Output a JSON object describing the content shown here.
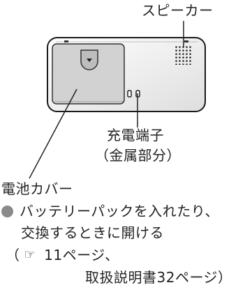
{
  "labels": {
    "speaker": "スピーカー",
    "terminal_line1": "充電端子",
    "terminal_line2": "（金属部分）",
    "cover": "電池カバー"
  },
  "note": {
    "line1": "バッテリーパックを入れたり、",
    "line2": "交換するときに開ける",
    "ref_open": "（",
    "ref_icon": "reference-pointer-icon",
    "ref_page": "11ページ、",
    "line4": "取扱説明書32ページ）"
  },
  "colors": {
    "device_body": "#efefef",
    "device_outline": "#1a1a1a",
    "cover_fill": "#d2d2d2",
    "bullet": "#8a8a8a"
  }
}
